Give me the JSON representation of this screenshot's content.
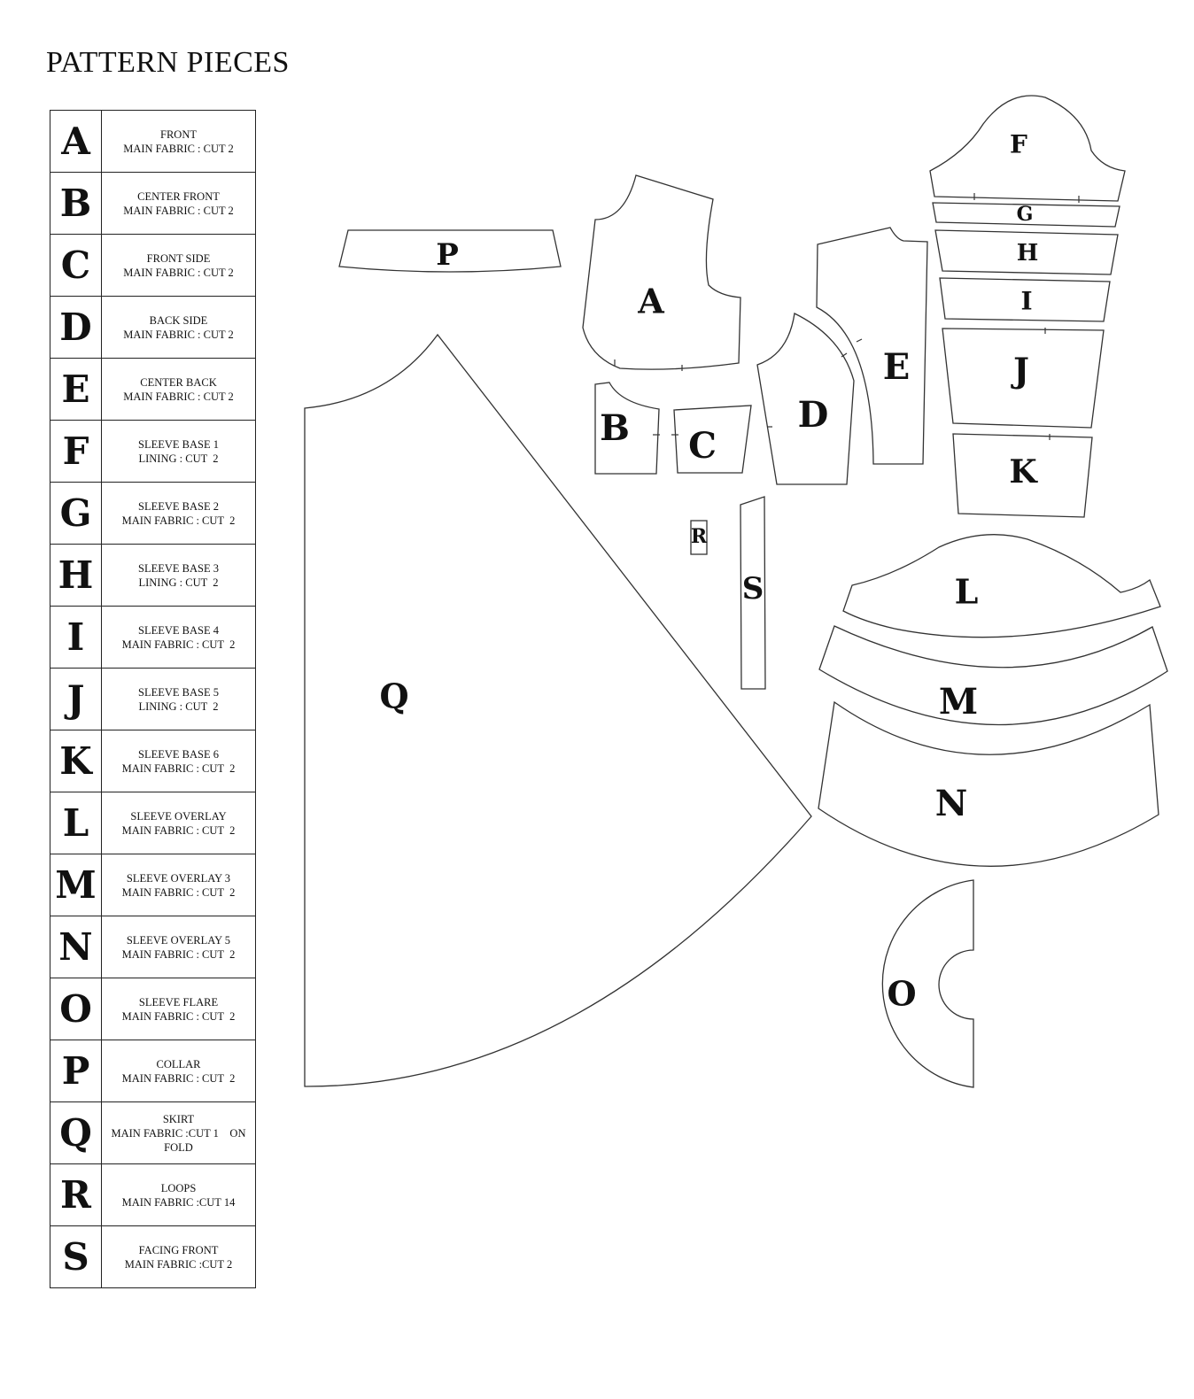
{
  "title": "PATTERN PIECES",
  "legend": [
    {
      "letter": "A",
      "line1": "FRONT",
      "line2": "MAIN FABRIC : CUT 2"
    },
    {
      "letter": "B",
      "line1": "CENTER FRONT",
      "line2": "MAIN FABRIC : CUT 2"
    },
    {
      "letter": "C",
      "line1": "FRONT SIDE",
      "line2": "MAIN FABRIC : CUT 2"
    },
    {
      "letter": "D",
      "line1": "BACK SIDE",
      "line2": "MAIN FABRIC : CUT 2"
    },
    {
      "letter": "E",
      "line1": "CENTER BACK",
      "line2": "MAIN FABRIC : CUT 2"
    },
    {
      "letter": "F",
      "line1": "SLEEVE BASE 1",
      "line2": "LINING : CUT  2"
    },
    {
      "letter": "G",
      "line1": "SLEEVE BASE 2",
      "line2": "MAIN FABRIC : CUT  2"
    },
    {
      "letter": "H",
      "line1": "SLEEVE BASE 3",
      "line2": "LINING : CUT  2"
    },
    {
      "letter": "I",
      "line1": "SLEEVE BASE 4",
      "line2": "MAIN FABRIC : CUT  2"
    },
    {
      "letter": "J",
      "line1": "SLEEVE BASE 5",
      "line2": "LINING : CUT  2"
    },
    {
      "letter": "K",
      "line1": "SLEEVE BASE 6",
      "line2": "MAIN FABRIC : CUT  2"
    },
    {
      "letter": "L",
      "line1": "SLEEVE OVERLAY",
      "line2": "MAIN FABRIC : CUT  2"
    },
    {
      "letter": "M",
      "line1": "SLEEVE OVERLAY 3",
      "line2": "MAIN FABRIC : CUT  2"
    },
    {
      "letter": "N",
      "line1": "SLEEVE OVERLAY 5",
      "line2": "MAIN FABRIC : CUT  2"
    },
    {
      "letter": "O",
      "line1": "SLEEVE FLARE",
      "line2": "MAIN FABRIC : CUT  2"
    },
    {
      "letter": "P",
      "line1": "COLLAR",
      "line2": "MAIN FABRIC : CUT  2"
    },
    {
      "letter": "Q",
      "line1": "SKIRT",
      "line2": "MAIN FABRIC :CUT 1    ON",
      "line3": "FOLD"
    },
    {
      "letter": "R",
      "line1": "LOOPS",
      "line2": "MAIN FABRIC :CUT 14"
    },
    {
      "letter": "S",
      "line1": "FACING FRONT",
      "line2": "MAIN FABRIC :CUT 2"
    }
  ],
  "pieces": [
    "A",
    "B",
    "C",
    "D",
    "E",
    "F",
    "G",
    "H",
    "I",
    "J",
    "K",
    "L",
    "M",
    "N",
    "O",
    "P",
    "Q",
    "R",
    "S"
  ]
}
